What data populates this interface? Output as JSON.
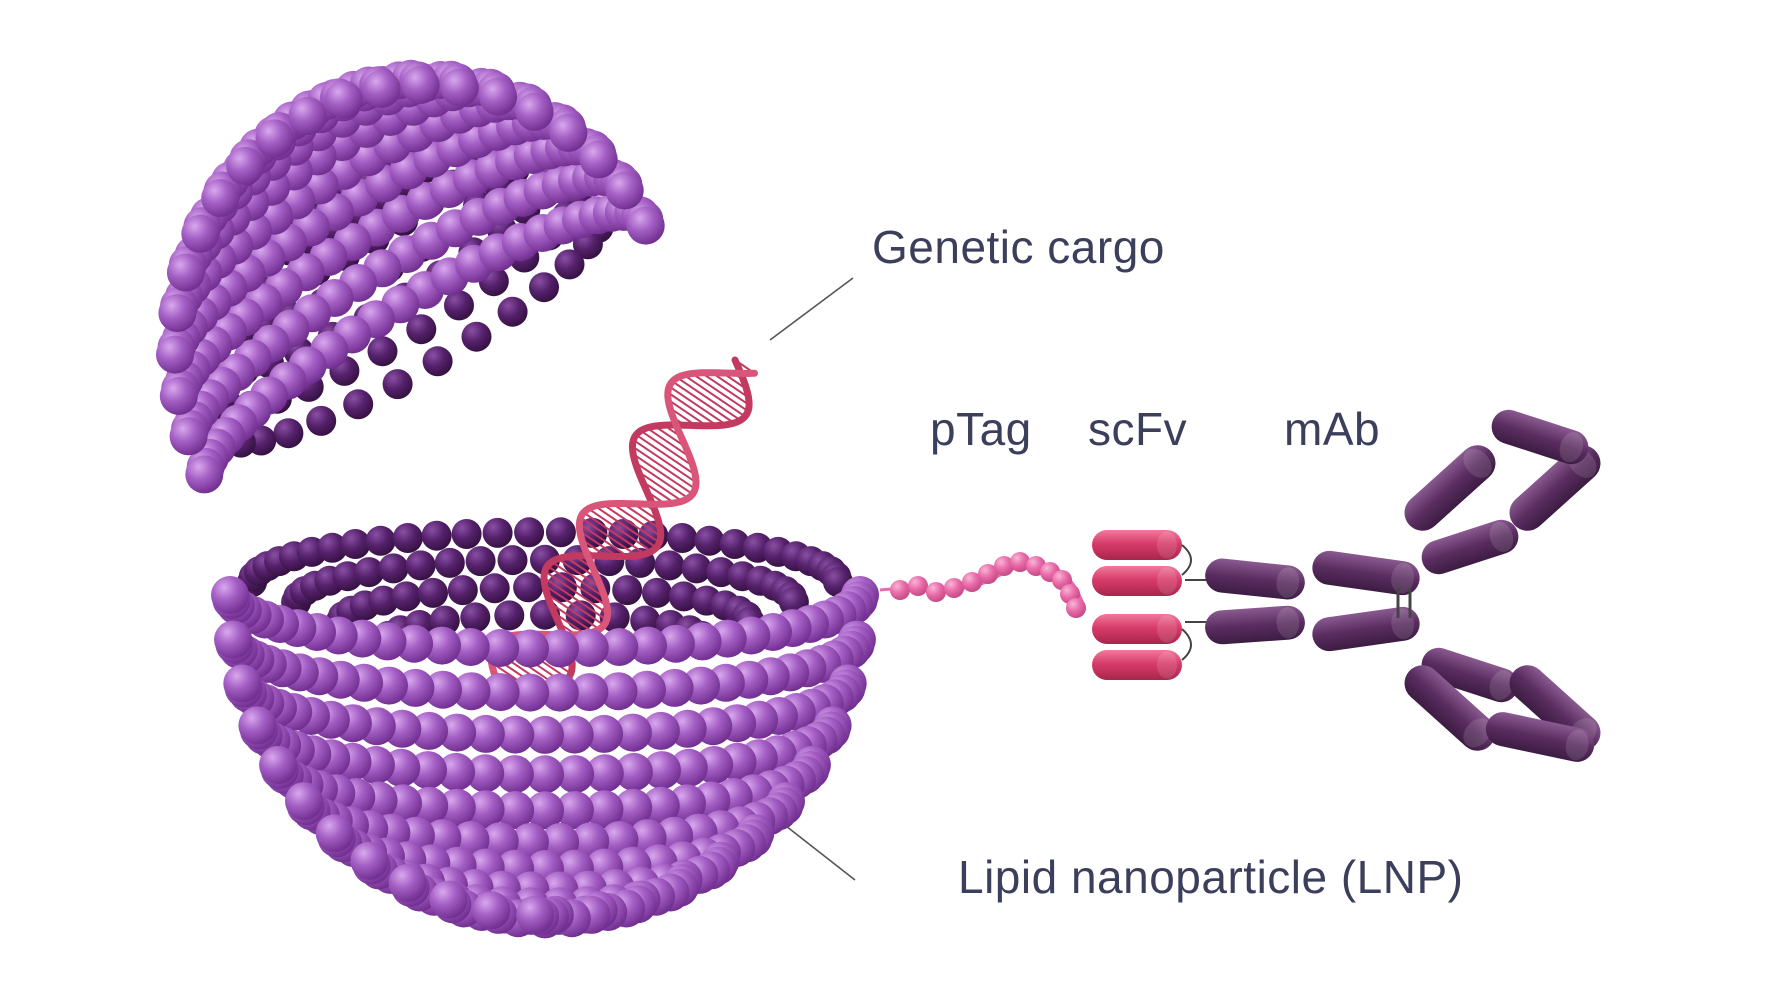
{
  "labels": {
    "genetic_cargo": "Genetic cargo",
    "ptag": "pTag",
    "scfv": "scFv",
    "mab": "mAb",
    "lnp": "Lipid nanoparticle (LNP)"
  },
  "colors": {
    "label_text": "#3b3f5c",
    "leader_line": "#555555",
    "lipid_light": "#a45fc4",
    "lipid_mid": "#7d3a9e",
    "lipid_dark": "#4e1f63",
    "dna_strand": "#c23a60",
    "ptag_bead": "#e86aa8",
    "scfv": "#d83c6a",
    "mab": "#5a2d60"
  },
  "icons": {
    "lipid_nanoparticle": "open-sphere-of-lipid-beads",
    "genetic_cargo": "dna-double-helix",
    "ptag": "bead-chain",
    "scfv": "stacked-capsules",
    "mab": "y-shaped-antibody"
  }
}
